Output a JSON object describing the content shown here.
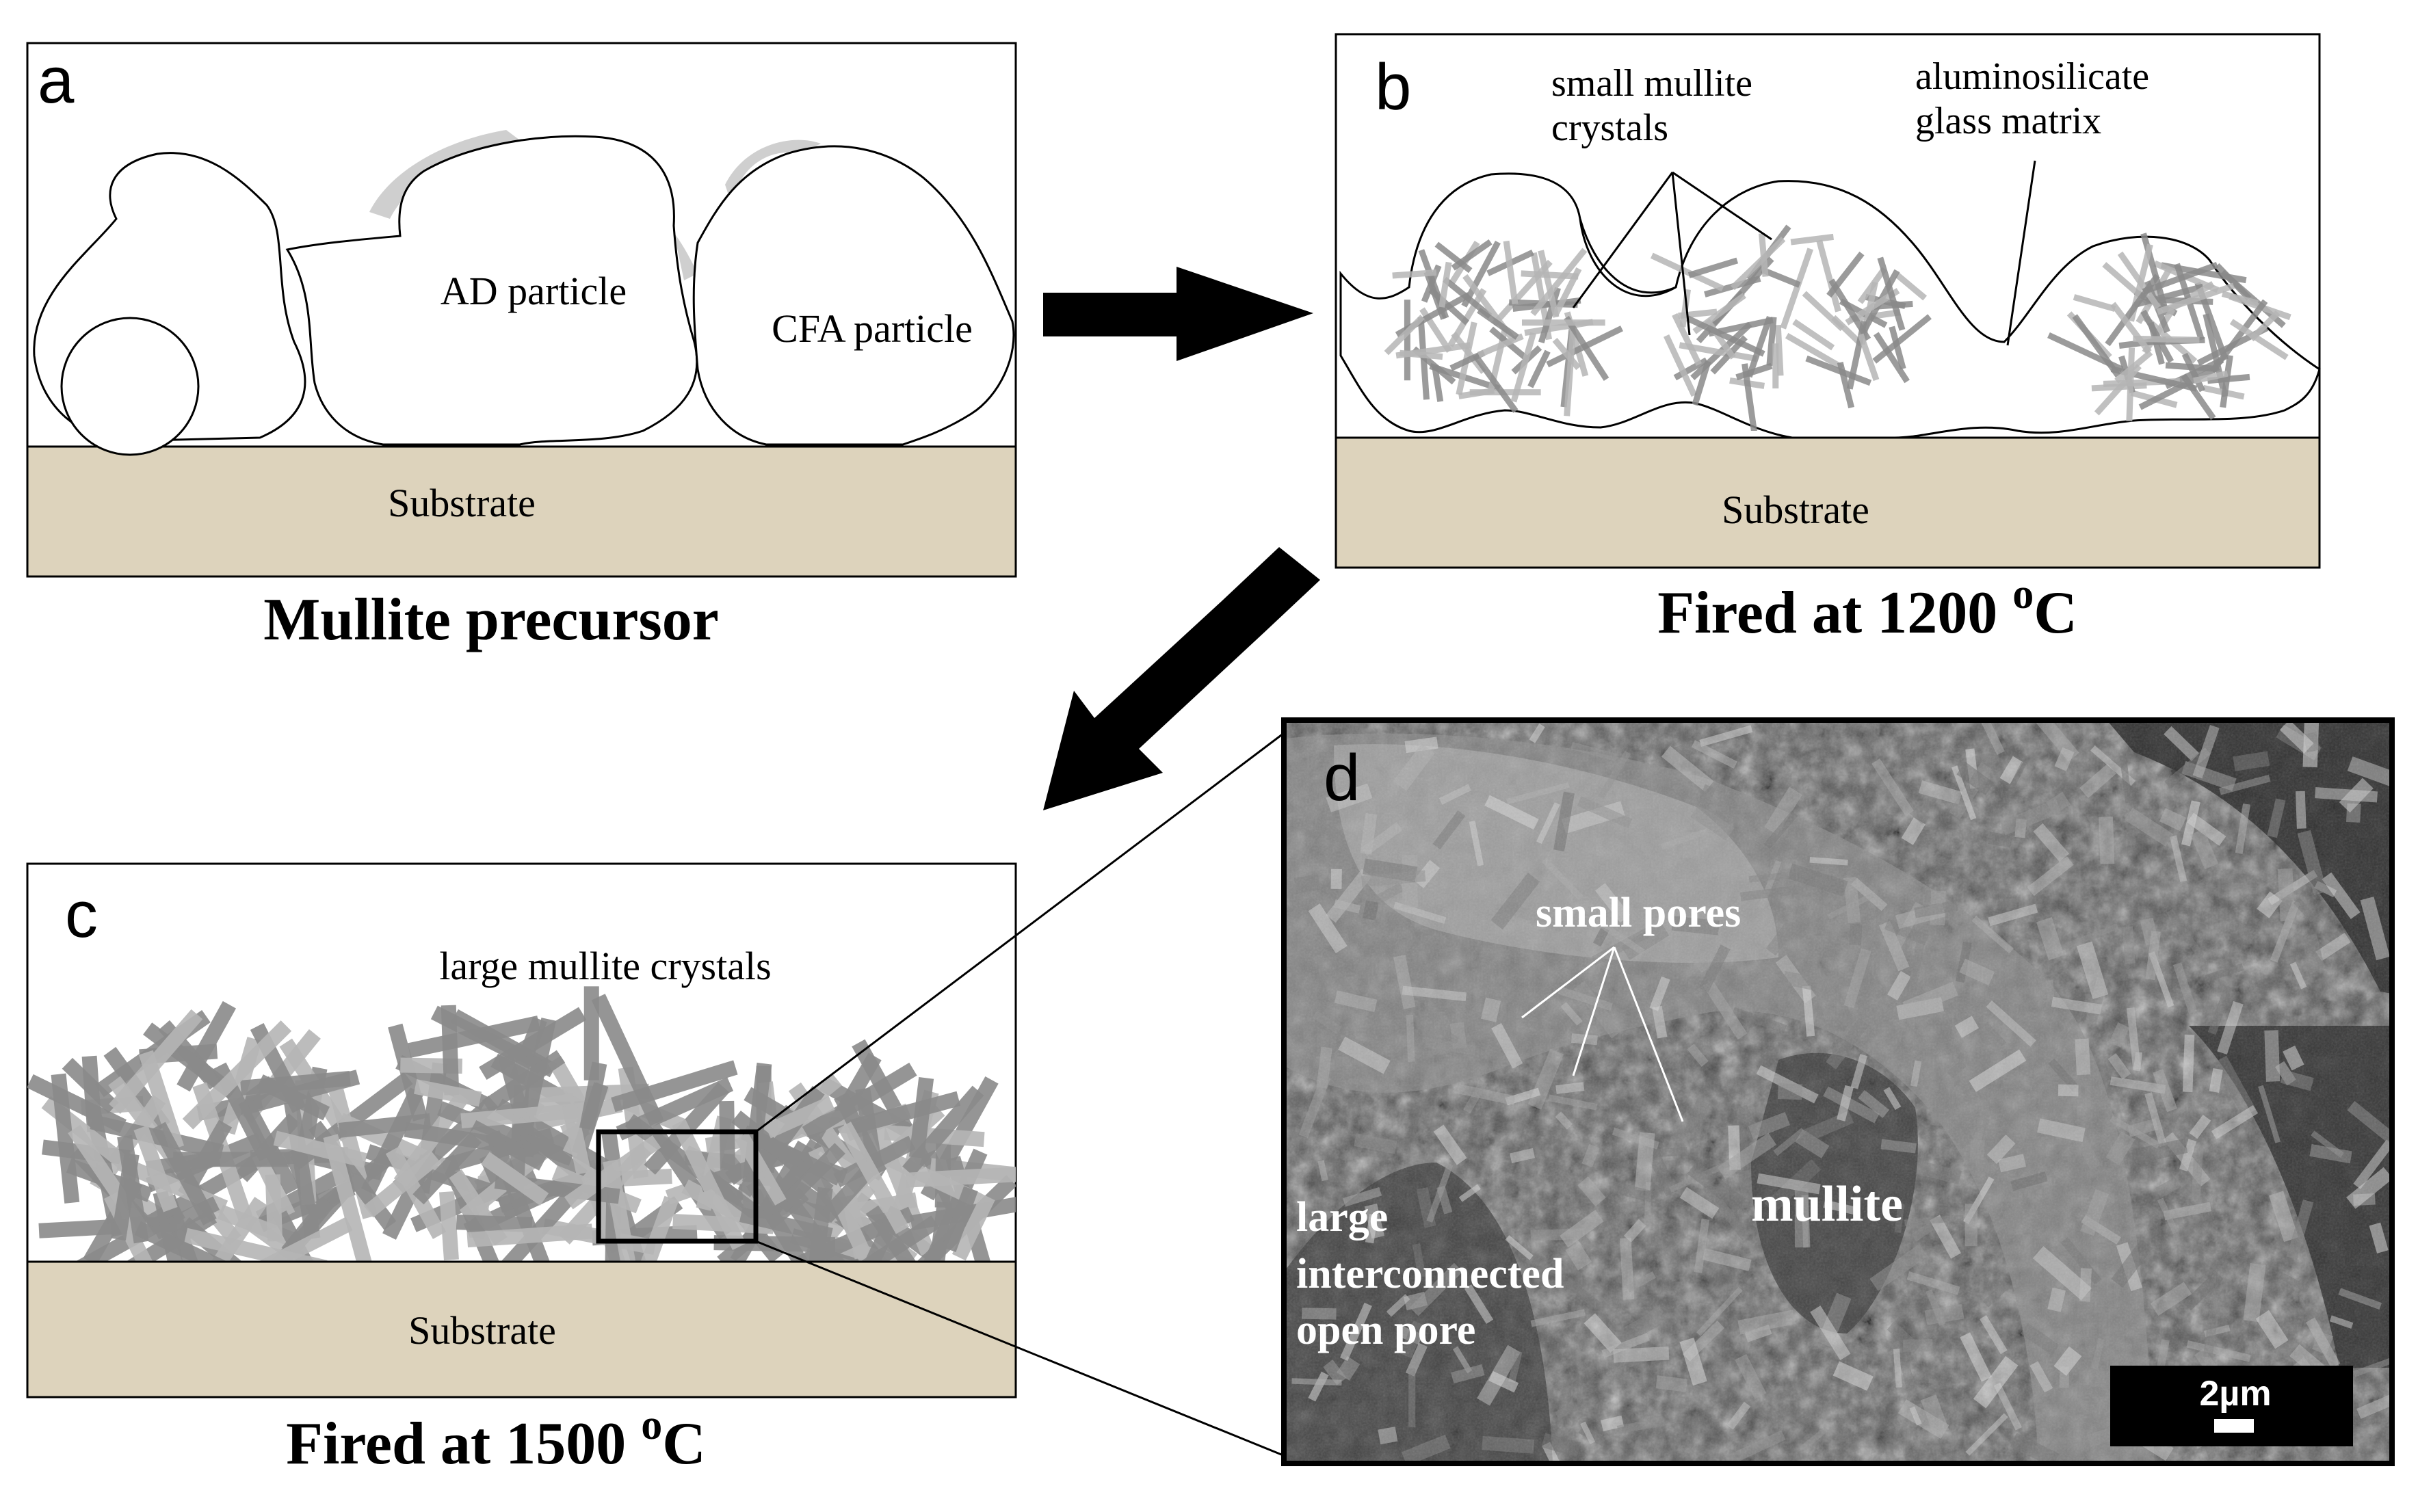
{
  "panels": {
    "a": {
      "letter": "a",
      "caption": "Mullite precursor",
      "substrate": "Substrate",
      "ad_particle": "AD particle",
      "cfa_particle": "CFA particle"
    },
    "b": {
      "letter": "b",
      "caption_main": "Fired at 1200 ",
      "caption_sup": "o",
      "caption_unit": "C",
      "substrate": "Substrate",
      "crystals_label": [
        "small mullite",
        "crystals"
      ],
      "glass_label": [
        "aluminosilicate",
        "glass matrix"
      ]
    },
    "c": {
      "letter": "c",
      "caption_main": "Fired at 1500 ",
      "caption_sup": "o",
      "caption_unit": "C",
      "substrate": "Substrate",
      "crystals_label": "large mullite crystals"
    },
    "d": {
      "letter": "d",
      "small_pores": "small pores",
      "mullite": "mullite",
      "open_pore": [
        "large",
        "interconnected",
        "open pore"
      ],
      "scale_bar": "2µm"
    }
  },
  "colors": {
    "substrate": "#ddd3bc",
    "crystal": "#8a8a8a",
    "crystal_light": "#b5b5b5",
    "sem_bg": "#5c5c5c",
    "sem_light": "#a8a8a8"
  }
}
